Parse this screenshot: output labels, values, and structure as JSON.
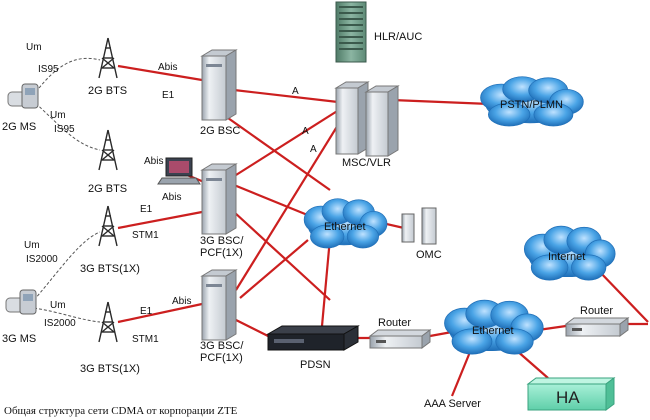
{
  "nodes": {
    "ms_2g": "2G MS",
    "ms_3g": "3G MS",
    "bts_2g_top": "2G BTS",
    "bts_2g_mid": "2G BTS",
    "bts_3g_mid": "3G BTS(1X)",
    "bts_3g_bot": "3G BTS(1X)",
    "bsc_2g": "2G BSC",
    "bsc_3g_top_l1": "3G BSC/",
    "bsc_3g_top_l2": "PCF(1X)",
    "bsc_3g_bot_l1": "3G BSC/",
    "bsc_3g_bot_l2": "PCF(1X)",
    "hlr": "HLR/AUC",
    "msc": "MSC/VLR",
    "pstn": "PSTN/PLMN",
    "ethernet_core": "Ethernet",
    "omc": "OMC",
    "ethernet_pdsn": "Ethernet",
    "internet": "Internet",
    "pdsn": "PDSN",
    "router_1": "Router",
    "router_2": "Router",
    "aaa": "AAA Server",
    "ha": "HA"
  },
  "links": {
    "um_1": "Um",
    "is95_1": "IS95",
    "um_2": "Um",
    "is95_2": "IS95",
    "um_3": "Um",
    "is2000_1": "IS2000",
    "um_4": "Um",
    "is2000_2": "IS2000",
    "abis_1": "Abis",
    "e1_1": "E1",
    "abis_2": "Abis",
    "abis_3": "Abis",
    "e1_2": "E1",
    "stm1_1": "STM1",
    "abis_4": "Abis",
    "e1_3": "E1",
    "stm1_2": "STM1",
    "a_1": "A",
    "a_2": "A",
    "a_3": "A"
  },
  "caption": "Общая структура сети CDMA от корпорации ZTE",
  "colors": {
    "link_red": "#cc1f1f",
    "cloud_fill": "#3f9be0",
    "cloud_light": "#8cc8f5",
    "ha_fill": "#7fe0c0",
    "server_body": "#dfe3e8",
    "server_dark": "#7c8694",
    "hlr_green": "#6f9d8a",
    "tower_dark": "#2a2a2a"
  }
}
